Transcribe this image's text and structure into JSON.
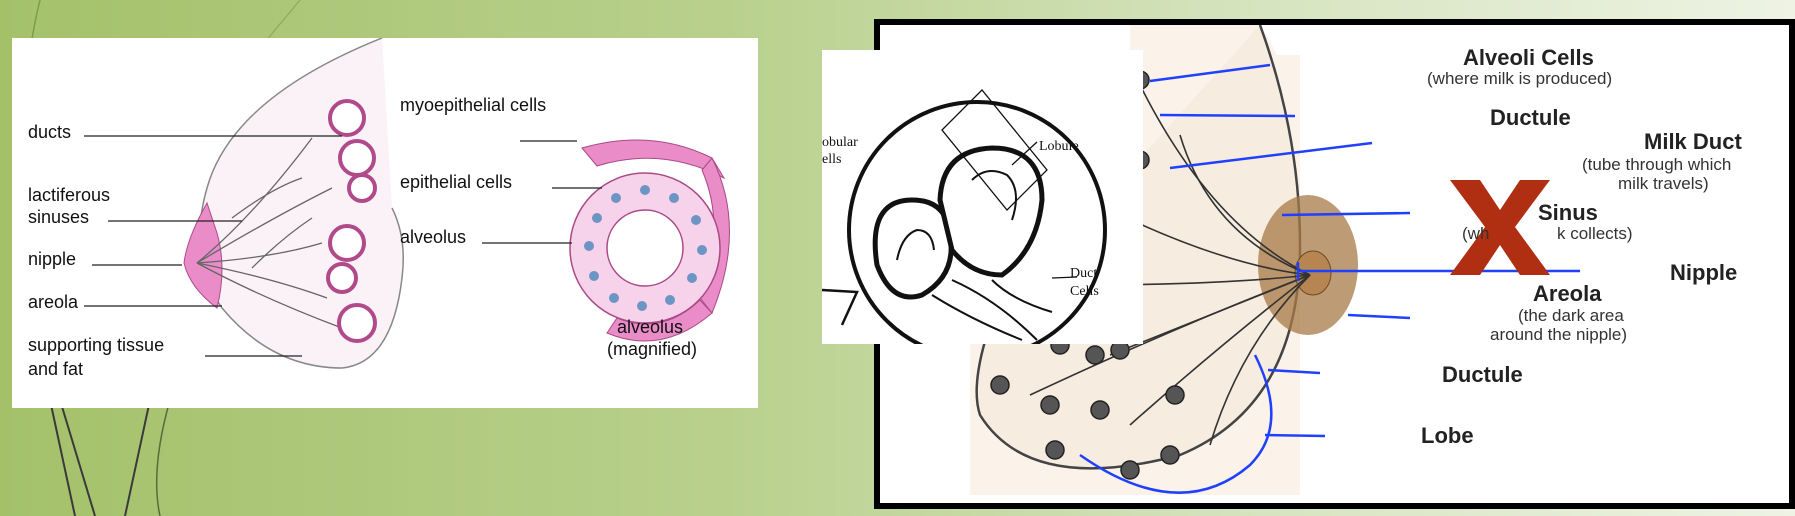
{
  "left_figure": {
    "labels": {
      "ducts": "ducts",
      "lactiferous_1": "lactiferous",
      "lactiferous_2": "sinuses",
      "nipple": "nipple",
      "areola": "areola",
      "support_1": "supporting tissue",
      "support_2": "and fat",
      "myoepithelial": "myoepithelial cells",
      "epithelial": "epithelial cells",
      "alveolus": "alveolus",
      "magnified_1": "alveolus",
      "magnified_2": "(magnified)"
    }
  },
  "inset_figure": {
    "labels": {
      "lobular_1": "obular",
      "lobular_2": "ells",
      "lobule": "Lobule",
      "duct_1": "Duct",
      "duct_2": "Cells"
    }
  },
  "right_figure": {
    "labels": {
      "alveoli_cells": "Alveoli Cells",
      "alveoli_note": "(where milk is produced)",
      "ductule_top": "Ductule",
      "milk_duct": "Milk Duct",
      "milk_duct_note_1": "(tube through which",
      "milk_duct_note_2": "milk travels)",
      "sinus": "Sinus",
      "sinus_note_1": "(wh",
      "sinus_note_2": "k collects)",
      "nipple": "Nipple",
      "areola": "Areola",
      "areola_note_1": "(the dark area",
      "areola_note_2": "around the nipple)",
      "ductule_bottom": "Ductule",
      "lobe": "Lobe"
    }
  },
  "colors": {
    "pink": "#e98cc8",
    "pink_light": "#f6d3ea",
    "cell_blue": "#6d95c4",
    "label_line_blue": "#2040ff",
    "areola_brown": "#a77a45",
    "cross_red": "#b02e12"
  }
}
